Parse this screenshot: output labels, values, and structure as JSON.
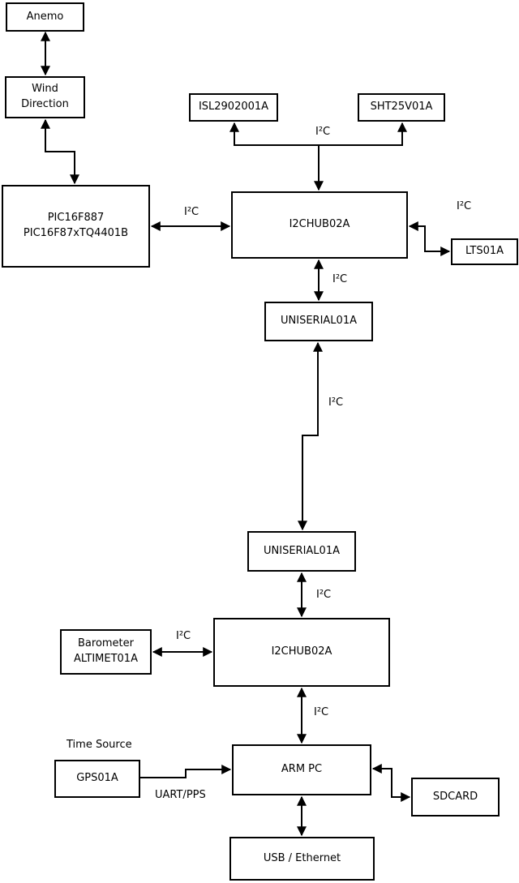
{
  "diagram": {
    "type": "block-diagram",
    "background_color": "#ffffff",
    "line_color": "#000000",
    "nodes": {
      "anemo": {
        "label": "Anemo"
      },
      "wind_direction": {
        "label": "Wind\nDirection"
      },
      "pic": {
        "label": "PIC16F887\nPIC16F87xTQ4401B"
      },
      "isl": {
        "label": "ISL2902001A"
      },
      "sht": {
        "label": "SHT25V01A"
      },
      "i2chub_upper": {
        "label": "I2CHUB02A"
      },
      "lts": {
        "label": "LTS01A"
      },
      "uniserial_upper": {
        "label": "UNISERIAL01A"
      },
      "uniserial_lower": {
        "label": "UNISERIAL01A"
      },
      "i2chub_lower": {
        "label": "I2CHUB02A"
      },
      "barometer": {
        "label": "Barometer\nALTIMET01A"
      },
      "gps": {
        "label": "GPS01A"
      },
      "arm_pc": {
        "label": "ARM PC"
      },
      "sdcard": {
        "label": "SDCARD"
      },
      "usb_ethernet": {
        "label": "USB / Ethernet"
      }
    },
    "labels": {
      "i2c_isl_sht": "I²C",
      "i2c_pic_hub": "I²C",
      "i2c_hub_lts": "I²C",
      "i2c_hub_uniserial": "I²C",
      "i2c_uniserial_link": "I²C",
      "i2c_uniserial_hub": "I²C",
      "i2c_barometer_hub": "I²C",
      "i2c_hub_armpc": "I²C",
      "time_source": "Time Source",
      "uart_pps": "UART/PPS"
    },
    "edges": [
      {
        "from": "anemo",
        "to": "wind_direction",
        "bidirectional": true
      },
      {
        "from": "wind_direction",
        "to": "pic",
        "bidirectional": true
      },
      {
        "from": "i2chub_upper",
        "to": "isl",
        "bidirectional": true,
        "label": "I²C"
      },
      {
        "from": "i2chub_upper",
        "to": "sht",
        "bidirectional": true,
        "label": "I²C"
      },
      {
        "from": "pic",
        "to": "i2chub_upper",
        "bidirectional": true,
        "label": "I²C"
      },
      {
        "from": "i2chub_upper",
        "to": "lts",
        "bidirectional": true,
        "label": "I²C"
      },
      {
        "from": "i2chub_upper",
        "to": "uniserial_upper",
        "bidirectional": true,
        "label": "I²C"
      },
      {
        "from": "uniserial_upper",
        "to": "uniserial_lower",
        "bidirectional": true,
        "label": "I²C"
      },
      {
        "from": "uniserial_lower",
        "to": "i2chub_lower",
        "bidirectional": true,
        "label": "I²C"
      },
      {
        "from": "barometer",
        "to": "i2chub_lower",
        "bidirectional": true,
        "label": "I²C"
      },
      {
        "from": "i2chub_lower",
        "to": "arm_pc",
        "bidirectional": true,
        "label": "I²C"
      },
      {
        "from": "gps",
        "to": "arm_pc",
        "bidirectional": false,
        "label": "UART/PPS"
      },
      {
        "from": "arm_pc",
        "to": "sdcard",
        "bidirectional": true
      },
      {
        "from": "arm_pc",
        "to": "usb_ethernet",
        "bidirectional": true
      }
    ]
  }
}
